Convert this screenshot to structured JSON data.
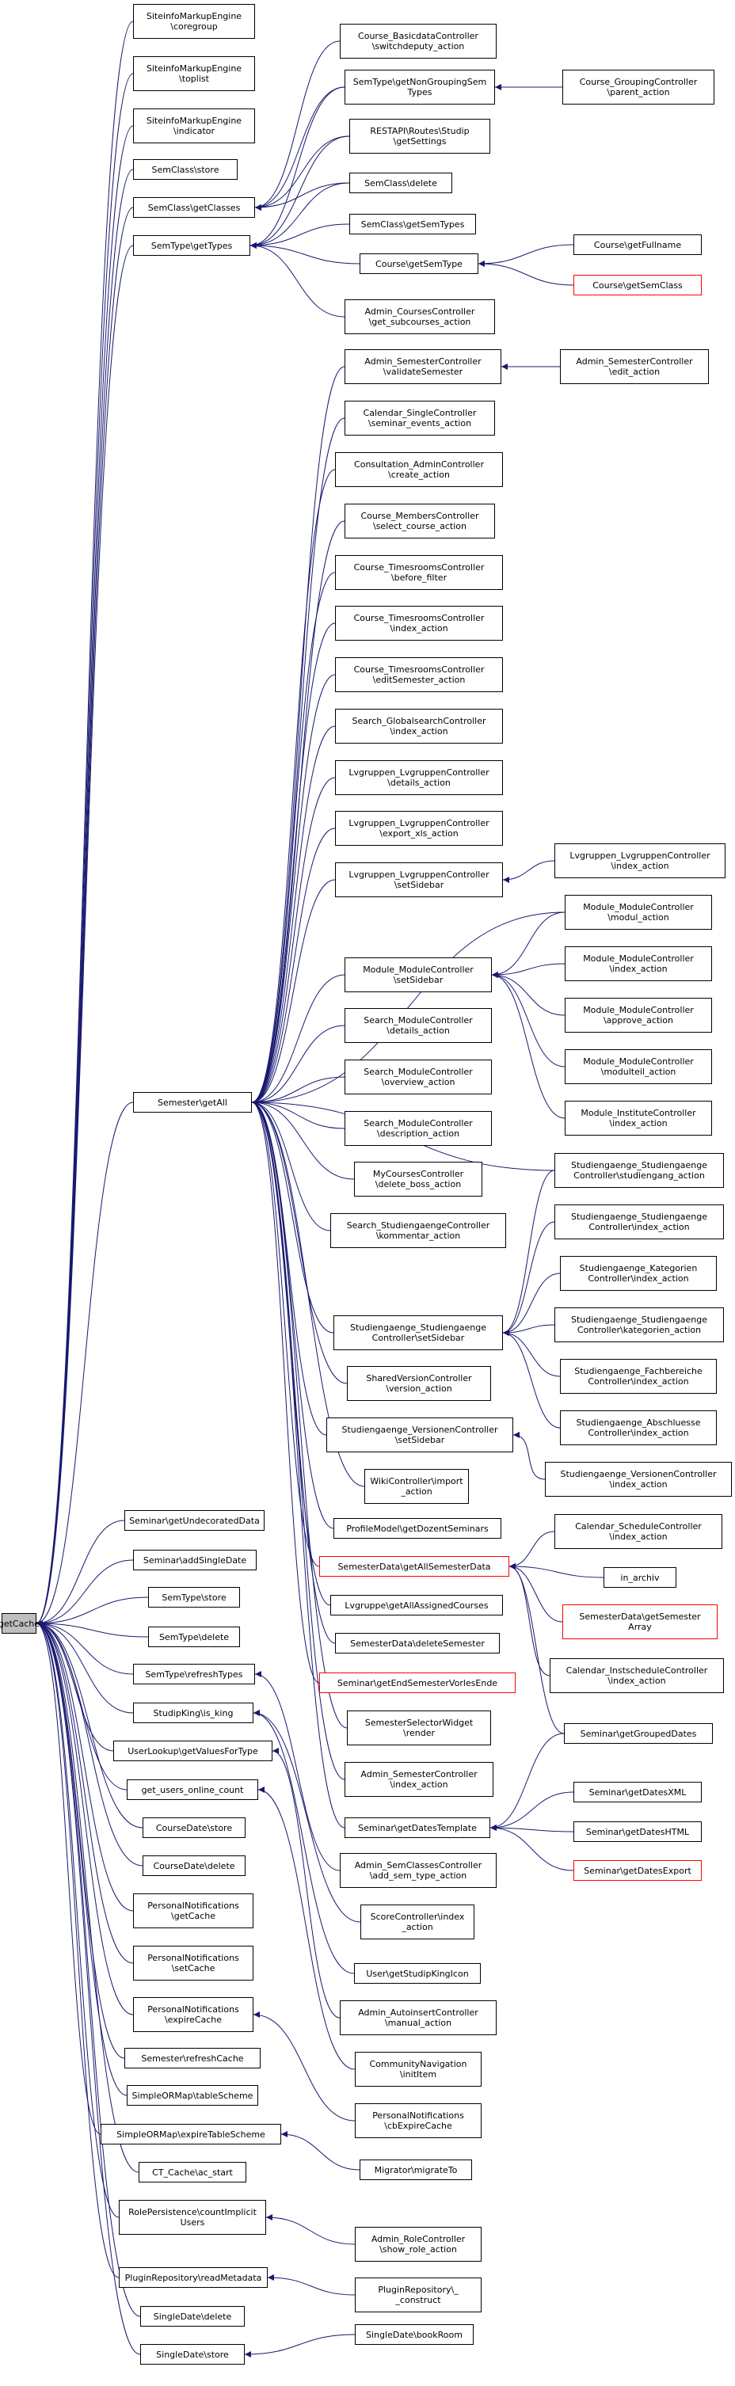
{
  "colors": {
    "edge": "#191970",
    "node_border": "#000000",
    "highlight_border": "#ff0000",
    "root_fill": "#bfbfbf"
  },
  "nodes": [
    {
      "id": "getcache",
      "label": "getCache",
      "root": true
    },
    {
      "id": "sme_coregroup",
      "label": "SiteinfoMarkupEngine\n\\coregroup"
    },
    {
      "id": "sme_toplist",
      "label": "SiteinfoMarkupEngine\n\\toplist"
    },
    {
      "id": "sme_indicator",
      "label": "SiteinfoMarkupEngine\n\\indicator"
    },
    {
      "id": "semclass_store",
      "label": "SemClass\\store"
    },
    {
      "id": "semclass_getclasses",
      "label": "SemClass\\getClasses"
    },
    {
      "id": "semtype_gettypes",
      "label": "SemType\\getTypes"
    },
    {
      "id": "semester_getall",
      "label": "Semester\\getAll"
    },
    {
      "id": "seminar_getundecorated",
      "label": "Seminar\\getUndecoratedData"
    },
    {
      "id": "seminar_addsingledate",
      "label": "Seminar\\addSingleDate"
    },
    {
      "id": "semtype_store",
      "label": "SemType\\store"
    },
    {
      "id": "semtype_delete",
      "label": "SemType\\delete"
    },
    {
      "id": "semtype_refreshtypes",
      "label": "SemType\\refreshTypes"
    },
    {
      "id": "studipking_isking",
      "label": "StudipKing\\is_king"
    },
    {
      "id": "userlookup_getvalues",
      "label": "UserLookup\\getValuesForType"
    },
    {
      "id": "get_users_online_count",
      "label": "get_users_online_count"
    },
    {
      "id": "coursedate_store",
      "label": "CourseDate\\store"
    },
    {
      "id": "coursedate_delete",
      "label": "CourseDate\\delete"
    },
    {
      "id": "pn_getcache",
      "label": "PersonalNotifications\n\\getCache"
    },
    {
      "id": "pn_setcache",
      "label": "PersonalNotifications\n\\setCache"
    },
    {
      "id": "pn_expirecache",
      "label": "PersonalNotifications\n\\expireCache"
    },
    {
      "id": "semester_refreshcache",
      "label": "Semester\\refreshCache"
    },
    {
      "id": "sormap_tablescheme",
      "label": "SimpleORMap\\tableScheme"
    },
    {
      "id": "sormap_expiretablescheme",
      "label": "SimpleORMap\\expireTableScheme"
    },
    {
      "id": "ctcache_acstart",
      "label": "CT_Cache\\ac_start"
    },
    {
      "id": "rolepersistence",
      "label": "RolePersistence\\countImplicit\nUsers"
    },
    {
      "id": "pluginrepo_readmetadata",
      "label": "PluginRepository\\readMetadata"
    },
    {
      "id": "singledate_delete",
      "label": "SingleDate\\delete"
    },
    {
      "id": "singledate_store",
      "label": "SingleDate\\store"
    },
    {
      "id": "cbdc_switchdeputy",
      "label": "Course_BasicdataController\n\\switchdeputy_action"
    },
    {
      "id": "semtype_getnongrouping",
      "label": "SemType\\getNonGroupingSem\nTypes"
    },
    {
      "id": "restapi_getsettings",
      "label": "RESTAPI\\Routes\\Studip\n\\getSettings"
    },
    {
      "id": "semclass_delete",
      "label": "SemClass\\delete"
    },
    {
      "id": "semclass_getsemtypes",
      "label": "SemClass\\getSemTypes"
    },
    {
      "id": "course_getsemtype",
      "label": "Course\\getSemType"
    },
    {
      "id": "admin_courses_getsub",
      "label": "Admin_CoursesController\n\\get_subcourses_action"
    },
    {
      "id": "admin_semester_validate",
      "label": "Admin_SemesterController\n\\validateSemester"
    },
    {
      "id": "calendar_single",
      "label": "Calendar_SingleController\n\\seminar_events_action"
    },
    {
      "id": "consultation_admin",
      "label": "Consultation_AdminController\n\\create_action"
    },
    {
      "id": "course_members",
      "label": "Course_MembersController\n\\select_course_action"
    },
    {
      "id": "course_timesrooms_before",
      "label": "Course_TimesroomsController\n\\before_filter"
    },
    {
      "id": "course_timesrooms_index",
      "label": "Course_TimesroomsController\n\\index_action"
    },
    {
      "id": "course_timesrooms_edit",
      "label": "Course_TimesroomsController\n\\editSemester_action"
    },
    {
      "id": "search_global",
      "label": "Search_GlobalsearchController\n\\index_action"
    },
    {
      "id": "lvg_details",
      "label": "Lvgruppen_LvgruppenController\n\\details_action"
    },
    {
      "id": "lvg_export",
      "label": "Lvgruppen_LvgruppenController\n\\export_xls_action"
    },
    {
      "id": "lvg_setsidebar",
      "label": "Lvgruppen_LvgruppenController\n\\setSidebar"
    },
    {
      "id": "module_setsidebar",
      "label": "Module_ModuleController\n\\setSidebar"
    },
    {
      "id": "search_module_details",
      "label": "Search_ModuleController\n\\details_action"
    },
    {
      "id": "search_module_overview",
      "label": "Search_ModuleController\n\\overview_action"
    },
    {
      "id": "search_module_description",
      "label": "Search_ModuleController\n\\description_action"
    },
    {
      "id": "mycourses_delete",
      "label": "MyCoursesController\n\\delete_boss_action"
    },
    {
      "id": "search_sg_kommentar",
      "label": "Search_StudiengaengeController\n\\kommentar_action"
    },
    {
      "id": "sg_sg_setsidebar",
      "label": "Studiengaenge_Studiengaenge\nController\\setSidebar"
    },
    {
      "id": "sharedversion",
      "label": "SharedVersionController\n\\version_action"
    },
    {
      "id": "sg_versionen_setsidebar",
      "label": "Studiengaenge_VersionenController\n\\setSidebar"
    },
    {
      "id": "wiki_import",
      "label": "WikiController\\import\n_action"
    },
    {
      "id": "profilemodel",
      "label": "ProfileModel\\getDozentSeminars"
    },
    {
      "id": "semesterdata_getall",
      "label": "SemesterData\\getAllSemesterData",
      "red": true
    },
    {
      "id": "lvgruppe_getall",
      "label": "Lvgruppe\\getAllAssignedCourses"
    },
    {
      "id": "semesterdata_delete",
      "label": "SemesterData\\deleteSemester"
    },
    {
      "id": "seminar_getend",
      "label": "Seminar\\getEndSemesterVorlesEnde",
      "red": true
    },
    {
      "id": "semesterselector",
      "label": "SemesterSelectorWidget\n\\render"
    },
    {
      "id": "admin_semester_index",
      "label": "Admin_SemesterController\n\\index_action"
    },
    {
      "id": "seminar_getdatestemplate",
      "label": "Seminar\\getDatesTemplate"
    },
    {
      "id": "admin_semclasses",
      "label": "Admin_SemClassesController\n\\add_sem_type_action"
    },
    {
      "id": "scorecontroller",
      "label": "ScoreController\\index\n_action"
    },
    {
      "id": "user_getstudipkingicon",
      "label": "User\\getStudipKingIcon"
    },
    {
      "id": "admin_autoinsert",
      "label": "Admin_AutoinsertController\n\\manual_action"
    },
    {
      "id": "community_nav",
      "label": "CommunityNavigation\n\\initItem"
    },
    {
      "id": "pn_cbexpire",
      "label": "PersonalNotifications\n\\cbExpireCache"
    },
    {
      "id": "migrator",
      "label": "Migrator\\migrateTo"
    },
    {
      "id": "admin_role",
      "label": "Admin_RoleController\n\\show_role_action"
    },
    {
      "id": "pluginrepo_construct",
      "label": "PluginRepository\\_\n_construct"
    },
    {
      "id": "singledate_bookroom",
      "label": "SingleDate\\bookRoom"
    },
    {
      "id": "course_grouping",
      "label": "Course_GroupingController\n\\parent_action"
    },
    {
      "id": "course_getfullname",
      "label": "Course\\getFullname"
    },
    {
      "id": "course_getsemclass",
      "label": "Course\\getSemClass",
      "red": true
    },
    {
      "id": "admin_semester_edit",
      "label": "Admin_SemesterController\n\\edit_action"
    },
    {
      "id": "lvg_index",
      "label": "Lvgruppen_LvgruppenController\n\\index_action"
    },
    {
      "id": "module_modul",
      "label": "Module_ModuleController\n\\modul_action"
    },
    {
      "id": "module_index",
      "label": "Module_ModuleController\n\\index_action"
    },
    {
      "id": "module_approve",
      "label": "Module_ModuleController\n\\approve_action"
    },
    {
      "id": "module_modulteil",
      "label": "Module_ModuleController\n\\modulteil_action"
    },
    {
      "id": "module_institute",
      "label": "Module_InstituteController\n\\index_action"
    },
    {
      "id": "sg_studiengang",
      "label": "Studiengaenge_Studiengaenge\nController\\studiengang_action"
    },
    {
      "id": "sg_index",
      "label": "Studiengaenge_Studiengaenge\nController\\index_action"
    },
    {
      "id": "sg_kategorien_index",
      "label": "Studiengaenge_Kategorien\nController\\index_action"
    },
    {
      "id": "sg_kategorien_action",
      "label": "Studiengaenge_Studiengaenge\nController\\kategorien_action"
    },
    {
      "id": "sg_fachbereiche",
      "label": "Studiengaenge_Fachbereiche\nController\\index_action"
    },
    {
      "id": "sg_abschluesse",
      "label": "Studiengaenge_Abschluesse\nController\\index_action"
    },
    {
      "id": "sg_versionen_index",
      "label": "Studiengaenge_VersionenController\n\\index_action"
    },
    {
      "id": "calendar_schedule",
      "label": "Calendar_ScheduleController\n\\index_action"
    },
    {
      "id": "in_archiv",
      "label": "in_archiv"
    },
    {
      "id": "semesterdata_getsemesterarray",
      "label": "SemesterData\\getSemester\nArray",
      "red": true
    },
    {
      "id": "calendar_instschedule",
      "label": "Calendar_InstscheduleController\n\\index_action"
    },
    {
      "id": "seminar_getgroupeddates",
      "label": "Seminar\\getGroupedDates"
    },
    {
      "id": "seminar_getdatesxml",
      "label": "Seminar\\getDatesXML"
    },
    {
      "id": "seminar_getdateshtml",
      "label": "Seminar\\getDatesHTML"
    },
    {
      "id": "seminar_getdatesexport",
      "label": "Seminar\\getDatesExport",
      "red": true
    }
  ],
  "edges": [
    [
      "sme_coregroup",
      "getcache"
    ],
    [
      "sme_toplist",
      "getcache"
    ],
    [
      "sme_indicator",
      "getcache"
    ],
    [
      "semclass_store",
      "getcache"
    ],
    [
      "semclass_getclasses",
      "getcache"
    ],
    [
      "semtype_gettypes",
      "getcache"
    ],
    [
      "semester_getall",
      "getcache"
    ],
    [
      "seminar_getundecorated",
      "getcache"
    ],
    [
      "seminar_addsingledate",
      "getcache"
    ],
    [
      "semtype_store",
      "getcache"
    ],
    [
      "semtype_delete",
      "getcache"
    ],
    [
      "semtype_refreshtypes",
      "getcache"
    ],
    [
      "studipking_isking",
      "getcache"
    ],
    [
      "userlookup_getvalues",
      "getcache"
    ],
    [
      "get_users_online_count",
      "getcache"
    ],
    [
      "coursedate_store",
      "getcache"
    ],
    [
      "coursedate_delete",
      "getcache"
    ],
    [
      "pn_getcache",
      "getcache"
    ],
    [
      "pn_setcache",
      "getcache"
    ],
    [
      "pn_expirecache",
      "getcache"
    ],
    [
      "semester_refreshcache",
      "getcache"
    ],
    [
      "sormap_tablescheme",
      "getcache"
    ],
    [
      "sormap_expiretablescheme",
      "getcache"
    ],
    [
      "ctcache_acstart",
      "getcache"
    ],
    [
      "rolepersistence",
      "getcache"
    ],
    [
      "pluginrepo_readmetadata",
      "getcache"
    ],
    [
      "singledate_delete",
      "getcache"
    ],
    [
      "singledate_store",
      "getcache"
    ],
    [
      "cbdc_switchdeputy",
      "semclass_getclasses"
    ],
    [
      "semtype_getnongrouping",
      "semclass_getclasses"
    ],
    [
      "restapi_getsettings",
      "semclass_getclasses"
    ],
    [
      "semclass_delete",
      "semclass_getclasses"
    ],
    [
      "semtype_getnongrouping",
      "semtype_gettypes"
    ],
    [
      "restapi_getsettings",
      "semtype_gettypes"
    ],
    [
      "semclass_delete",
      "semtype_gettypes"
    ],
    [
      "semclass_getsemtypes",
      "semtype_gettypes"
    ],
    [
      "course_getsemtype",
      "semtype_gettypes"
    ],
    [
      "admin_courses_getsub",
      "semtype_gettypes"
    ],
    [
      "course_grouping",
      "semtype_getnongrouping"
    ],
    [
      "course_getfullname",
      "course_getsemtype"
    ],
    [
      "course_getsemclass",
      "course_getsemtype"
    ],
    [
      "admin_semester_validate",
      "semester_getall"
    ],
    [
      "calendar_single",
      "semester_getall"
    ],
    [
      "consultation_admin",
      "semester_getall"
    ],
    [
      "course_members",
      "semester_getall"
    ],
    [
      "course_timesrooms_before",
      "semester_getall"
    ],
    [
      "course_timesrooms_index",
      "semester_getall"
    ],
    [
      "course_timesrooms_edit",
      "semester_getall"
    ],
    [
      "search_global",
      "semester_getall"
    ],
    [
      "lvg_details",
      "semester_getall"
    ],
    [
      "lvg_export",
      "semester_getall"
    ],
    [
      "lvg_setsidebar",
      "semester_getall"
    ],
    [
      "module_modul",
      "semester_getall"
    ],
    [
      "module_setsidebar",
      "semester_getall"
    ],
    [
      "search_module_details",
      "semester_getall"
    ],
    [
      "search_module_overview",
      "semester_getall"
    ],
    [
      "search_module_description",
      "semester_getall"
    ],
    [
      "mycourses_delete",
      "semester_getall"
    ],
    [
      "search_sg_kommentar",
      "semester_getall"
    ],
    [
      "sg_studiengang",
      "semester_getall"
    ],
    [
      "sg_sg_setsidebar",
      "semester_getall"
    ],
    [
      "sharedversion",
      "semester_getall"
    ],
    [
      "sg_versionen_setsidebar",
      "semester_getall"
    ],
    [
      "wiki_import",
      "semester_getall"
    ],
    [
      "profilemodel",
      "semester_getall"
    ],
    [
      "semesterdata_getall",
      "semester_getall"
    ],
    [
      "lvgruppe_getall",
      "semester_getall"
    ],
    [
      "semesterdata_delete",
      "semester_getall"
    ],
    [
      "seminar_getend",
      "semester_getall"
    ],
    [
      "semesterselector",
      "semester_getall"
    ],
    [
      "admin_semester_index",
      "semester_getall"
    ],
    [
      "seminar_getdatestemplate",
      "semester_getall"
    ],
    [
      "admin_semester_edit",
      "admin_semester_validate"
    ],
    [
      "lvg_index",
      "lvg_setsidebar"
    ],
    [
      "module_modul",
      "module_setsidebar"
    ],
    [
      "module_index",
      "module_setsidebar"
    ],
    [
      "module_approve",
      "module_setsidebar"
    ],
    [
      "module_modulteil",
      "module_setsidebar"
    ],
    [
      "module_institute",
      "module_setsidebar"
    ],
    [
      "sg_studiengang",
      "sg_sg_setsidebar"
    ],
    [
      "sg_index",
      "sg_sg_setsidebar"
    ],
    [
      "sg_kategorien_index",
      "sg_sg_setsidebar"
    ],
    [
      "sg_kategorien_action",
      "sg_sg_setsidebar"
    ],
    [
      "sg_fachbereiche",
      "sg_sg_setsidebar"
    ],
    [
      "sg_abschluesse",
      "sg_sg_setsidebar"
    ],
    [
      "sg_versionen_index",
      "sg_versionen_setsidebar"
    ],
    [
      "calendar_schedule",
      "semesterdata_getall"
    ],
    [
      "in_archiv",
      "semesterdata_getall"
    ],
    [
      "semesterdata_getsemesterarray",
      "semesterdata_getall"
    ],
    [
      "calendar_instschedule",
      "semesterdata_getall"
    ],
    [
      "seminar_getgroupeddates",
      "semesterdata_getall"
    ],
    [
      "seminar_getgroupeddates",
      "seminar_getdatestemplate"
    ],
    [
      "seminar_getdatesxml",
      "seminar_getdatestemplate"
    ],
    [
      "seminar_getdateshtml",
      "seminar_getdatestemplate"
    ],
    [
      "seminar_getdatesexport",
      "seminar_getdatestemplate"
    ],
    [
      "admin_semclasses",
      "semtype_refreshtypes"
    ],
    [
      "scorecontroller",
      "studipking_isking"
    ],
    [
      "user_getstudipkingicon",
      "studipking_isking"
    ],
    [
      "admin_autoinsert",
      "userlookup_getvalues"
    ],
    [
      "community_nav",
      "get_users_online_count"
    ],
    [
      "pn_cbexpire",
      "pn_expirecache"
    ],
    [
      "migrator",
      "sormap_expiretablescheme"
    ],
    [
      "admin_role",
      "rolepersistence"
    ],
    [
      "pluginrepo_construct",
      "pluginrepo_readmetadata"
    ],
    [
      "singledate_bookroom",
      "singledate_store"
    ]
  ]
}
